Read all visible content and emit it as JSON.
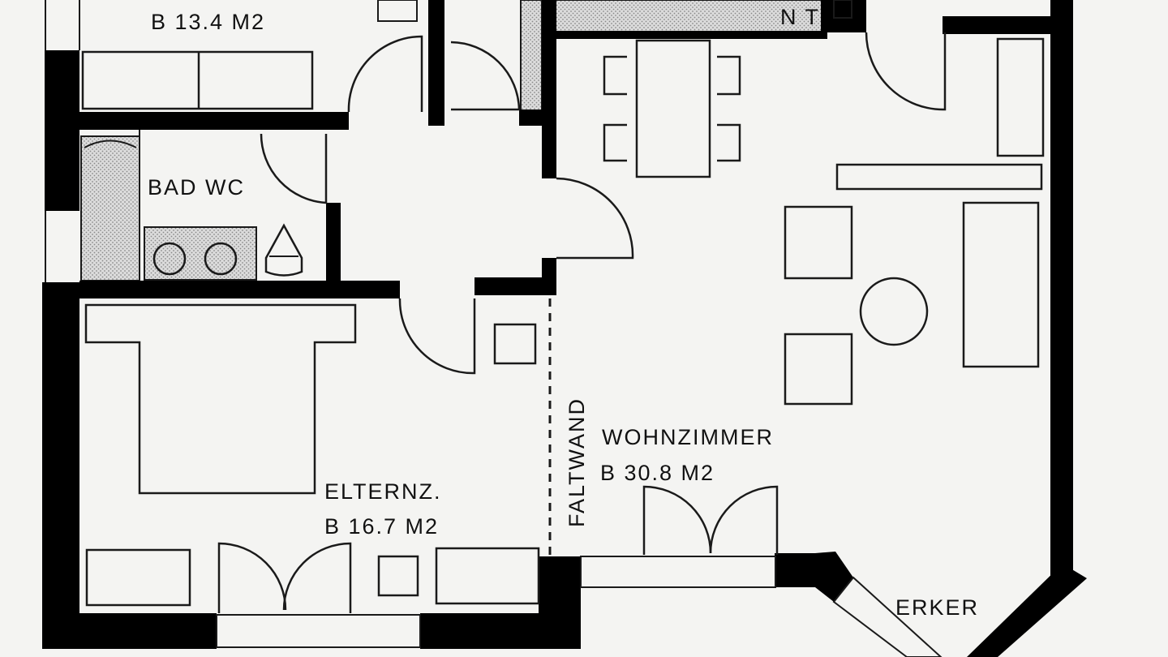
{
  "rooms": {
    "top_room_area": "B 13.4 M2",
    "bath_label": "BAD WC",
    "parents_label": "ELTERNZ.",
    "parents_area": "B 16.7 M2",
    "living_label": "WOHNZIMMER",
    "living_area": "B 30.8 M2",
    "bay_label": "ERKER",
    "folding_wall_label": "FALTWAND",
    "top_fragment_label": "N T"
  },
  "colors": {
    "wall": "#000000",
    "line": "#1a1a1a",
    "hatch": "#b8b8b8",
    "background": "#f4f4f2"
  }
}
